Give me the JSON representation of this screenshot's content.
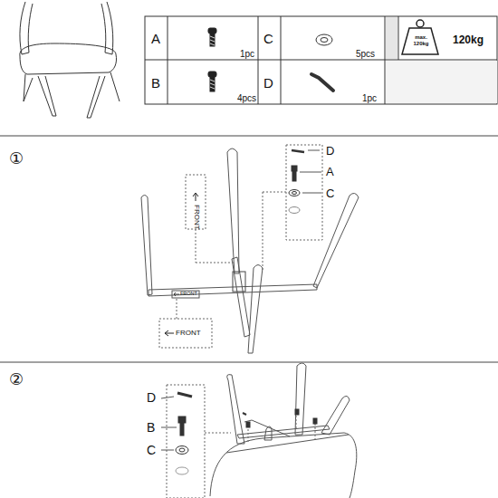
{
  "diagram": {
    "labels": [
      "A",
      "1pc",
      "C",
      "5pcs",
      "max. 120kg",
      "120kg",
      "B",
      "4pcs",
      "D",
      "1pc",
      "①",
      "D",
      "A",
      "C",
      "FRONT",
      "FRONT",
      "FRONT",
      "②",
      "D",
      "B",
      "C"
    ]
  }
}
